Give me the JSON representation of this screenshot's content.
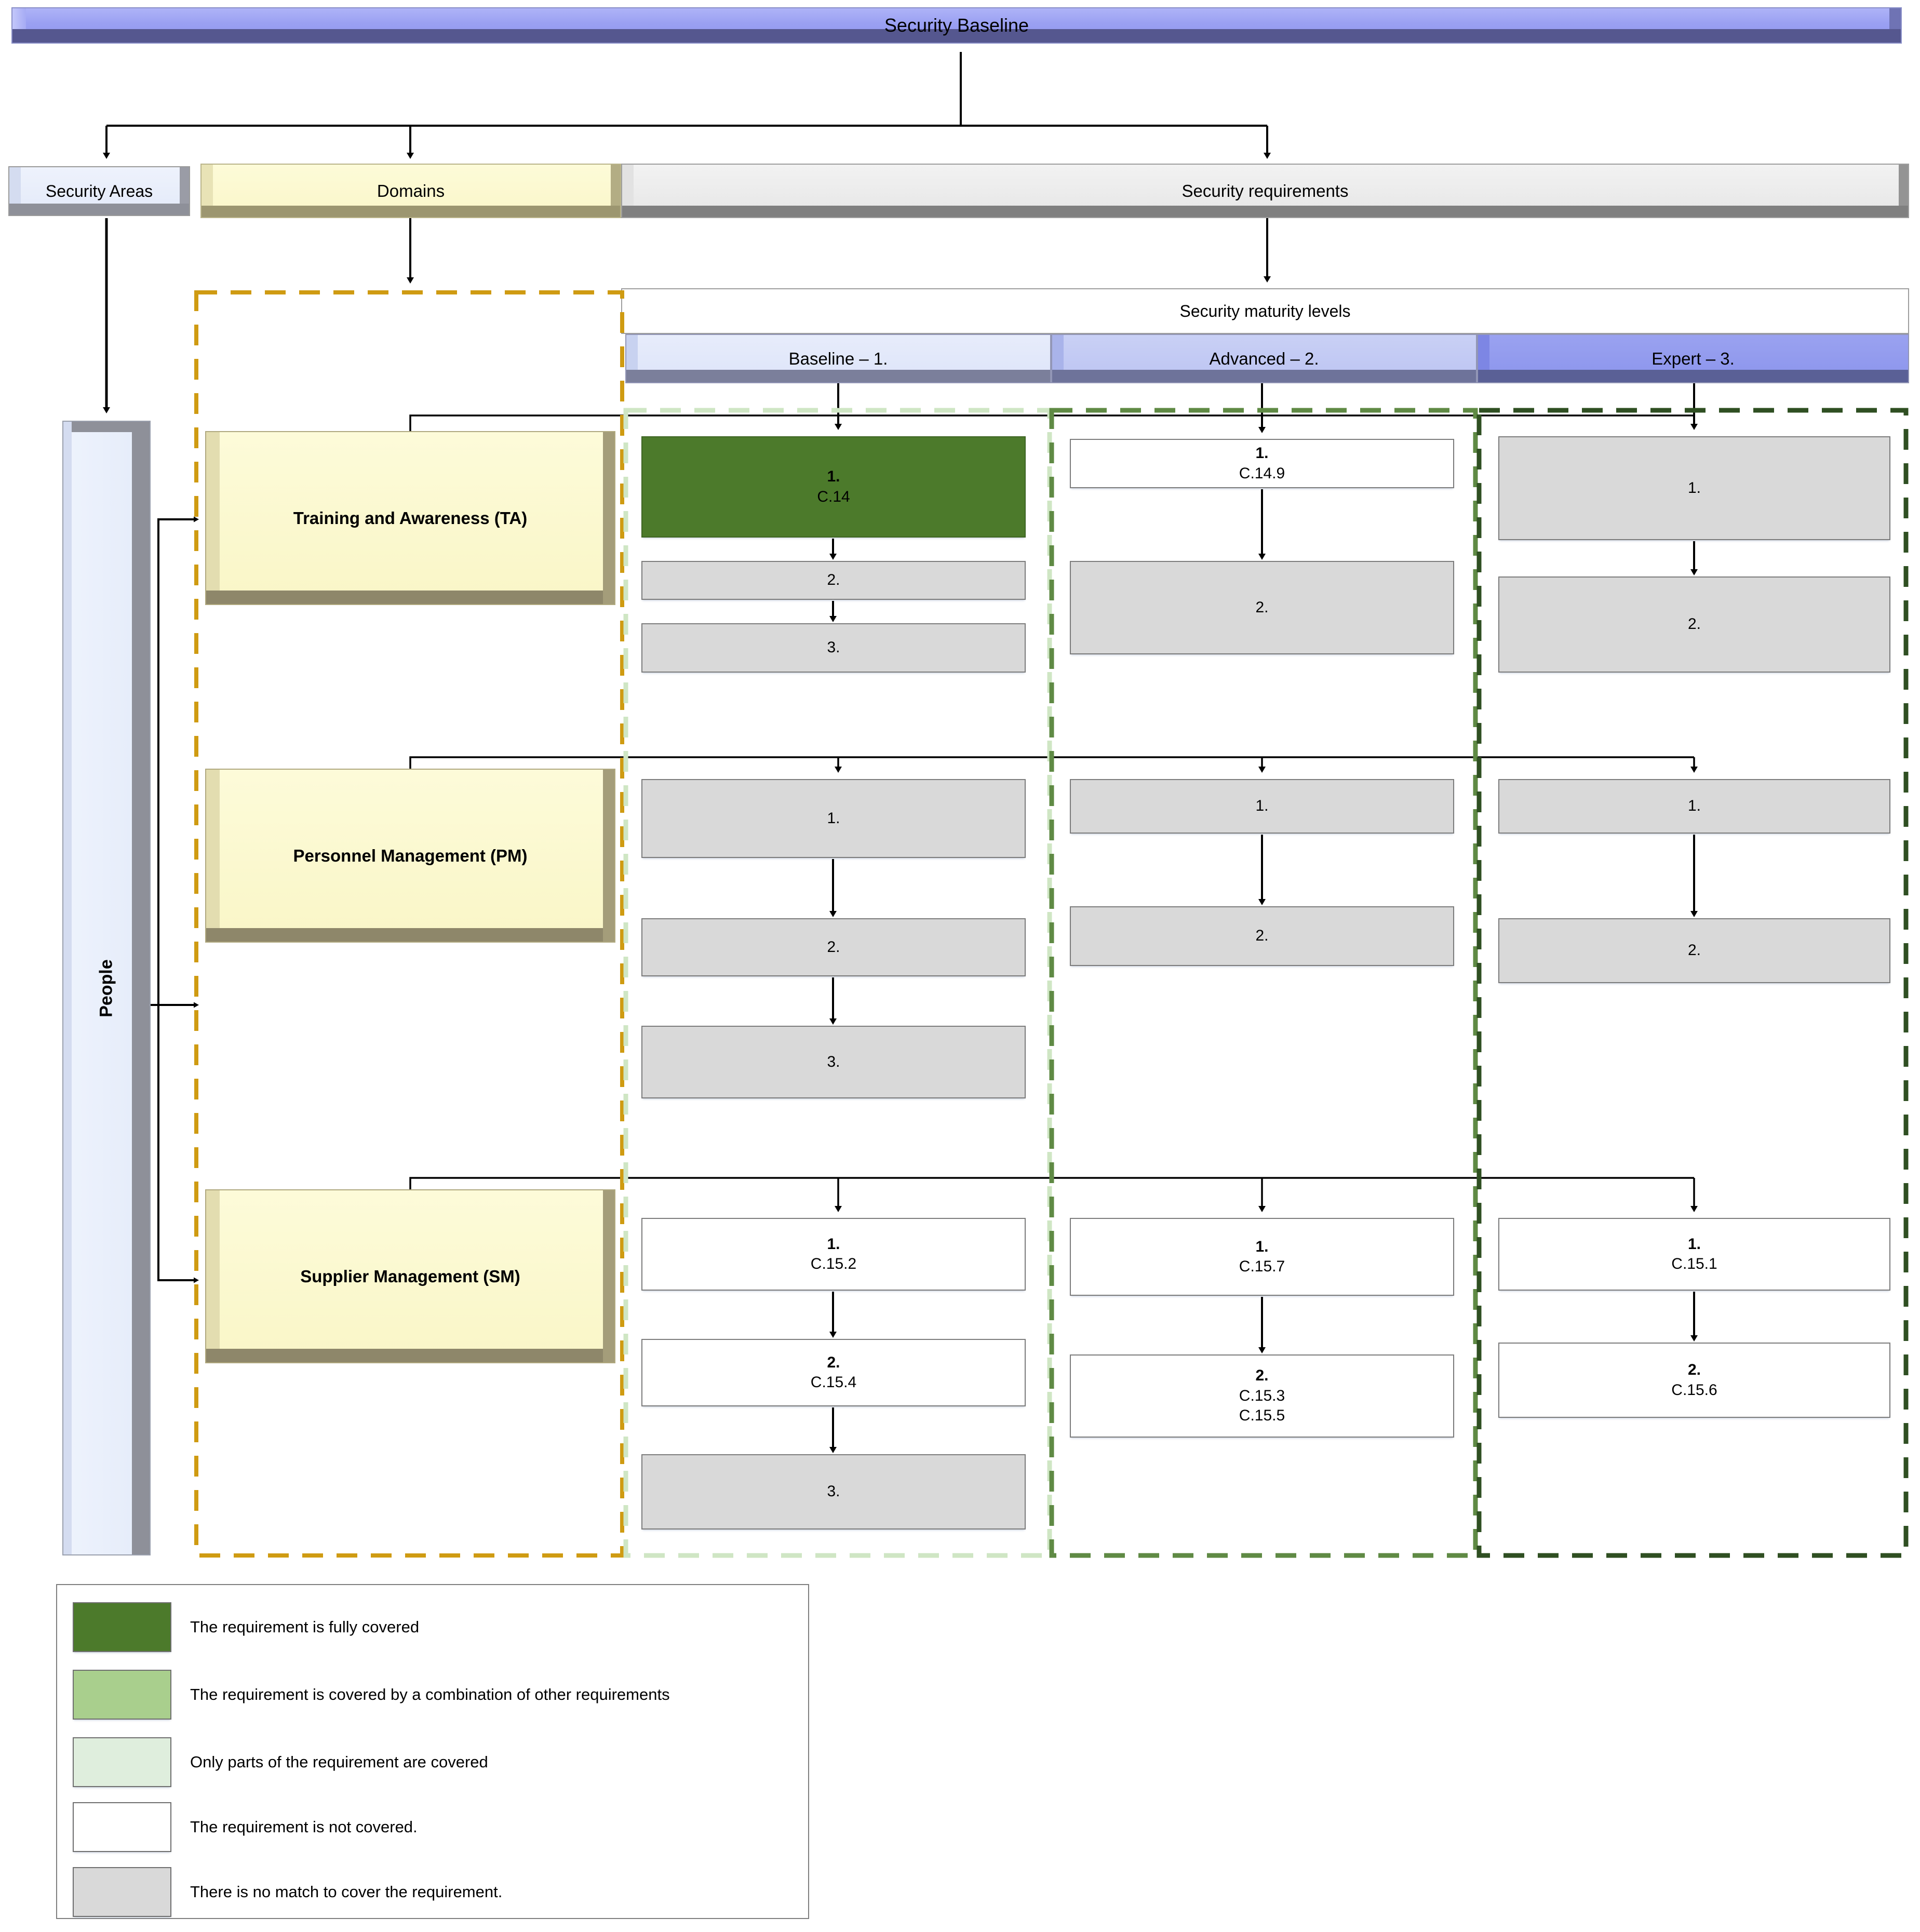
{
  "title": "Security Baseline",
  "top_bars": {
    "security_areas": "Security Areas",
    "domains": "Domains",
    "security_requirements": "Security requirements"
  },
  "security_area": {
    "name": "People"
  },
  "maturity": {
    "band_label": "Security maturity levels",
    "levels": [
      {
        "label": "Baseline – 1."
      },
      {
        "label": "Advanced – 2."
      },
      {
        "label": "Expert – 3."
      }
    ]
  },
  "domains": [
    {
      "label": "Training and Awareness (TA)"
    },
    {
      "label": "Personnel Management (PM)"
    },
    {
      "label": "Supplier Management (SM)"
    }
  ],
  "matrix": [
    {
      "domain": "Training and Awareness (TA)",
      "columns": [
        {
          "level": "Baseline – 1.",
          "cells": [
            {
              "number": "1.",
              "refs": "C.14",
              "status": "fully-covered"
            },
            {
              "number": "2.",
              "refs": "",
              "status": "no-match"
            },
            {
              "number": "3.",
              "refs": "",
              "status": "no-match"
            }
          ]
        },
        {
          "level": "Advanced – 2.",
          "cells": [
            {
              "number": "1.",
              "refs": "C.14.9",
              "status": "not-covered"
            },
            {
              "number": "2.",
              "refs": "",
              "status": "no-match"
            }
          ]
        },
        {
          "level": "Expert – 3.",
          "cells": [
            {
              "number": "1.",
              "refs": "",
              "status": "no-match"
            },
            {
              "number": "2.",
              "refs": "",
              "status": "no-match"
            }
          ]
        }
      ]
    },
    {
      "domain": "Personnel Management (PM)",
      "columns": [
        {
          "level": "Baseline – 1.",
          "cells": [
            {
              "number": "1.",
              "refs": "",
              "status": "no-match"
            },
            {
              "number": "2.",
              "refs": "",
              "status": "no-match"
            },
            {
              "number": "3.",
              "refs": "",
              "status": "no-match"
            }
          ]
        },
        {
          "level": "Advanced – 2.",
          "cells": [
            {
              "number": "1.",
              "refs": "",
              "status": "no-match"
            },
            {
              "number": "2.",
              "refs": "",
              "status": "no-match"
            }
          ]
        },
        {
          "level": "Expert – 3.",
          "cells": [
            {
              "number": "1.",
              "refs": "",
              "status": "no-match"
            },
            {
              "number": "2.",
              "refs": "",
              "status": "no-match"
            }
          ]
        }
      ]
    },
    {
      "domain": "Supplier Management (SM)",
      "columns": [
        {
          "level": "Baseline – 1.",
          "cells": [
            {
              "number": "1.",
              "refs": "C.15.2",
              "status": "not-covered"
            },
            {
              "number": "2.",
              "refs": "C.15.4",
              "status": "not-covered"
            },
            {
              "number": "3.",
              "refs": "",
              "status": "no-match"
            }
          ]
        },
        {
          "level": "Advanced – 2.",
          "cells": [
            {
              "number": "1.",
              "refs": "C.15.7",
              "status": "not-covered"
            },
            {
              "number": "2.",
              "refs": "C.15.3\nC.15.5",
              "status": "not-covered"
            }
          ]
        },
        {
          "level": "Expert – 3.",
          "cells": [
            {
              "number": "1.",
              "refs": "C.15.1",
              "status": "not-covered"
            },
            {
              "number": "2.",
              "refs": "C.15.6",
              "status": "not-covered"
            }
          ]
        }
      ]
    }
  ],
  "cell_text": {
    "ta_b1_n": "1.",
    "ta_b1_c": "C.14",
    "ta_b2_n": "2.",
    "ta_b3_n": "3.",
    "ta_a1_n": "1.",
    "ta_a1_c": "C.14.9",
    "ta_a2_n": "2.",
    "ta_e1_n": "1.",
    "ta_e2_n": "2.",
    "pm_b1_n": "1.",
    "pm_b2_n": "2.",
    "pm_b3_n": "3.",
    "pm_a1_n": "1.",
    "pm_a2_n": "2.",
    "pm_e1_n": "1.",
    "pm_e2_n": "2.",
    "sm_b1_n": "1.",
    "sm_b1_c": "C.15.2",
    "sm_b2_n": "2.",
    "sm_b2_c": "C.15.4",
    "sm_b3_n": "3.",
    "sm_a1_n": "1.",
    "sm_a1_c": "C.15.7",
    "sm_a2_n": "2.",
    "sm_a2_c1": "C.15.3",
    "sm_a2_c2": "C.15.5",
    "sm_e1_n": "1.",
    "sm_e1_c": "C.15.1",
    "sm_e2_n": "2.",
    "sm_e2_c": "C.15.6"
  },
  "legend": {
    "items": [
      {
        "color": "#4c7a2b",
        "label": "The requirement is fully covered"
      },
      {
        "color": "#a9cf8d",
        "label": "The requirement is covered by a combination of other requirements"
      },
      {
        "color": "#dfeedd",
        "label": "Only parts of the requirement are covered"
      },
      {
        "color": "#ffffff",
        "label": "The requirement is not covered."
      },
      {
        "color": "#d9d9d9",
        "label": "There is no match to cover the requirement."
      }
    ]
  },
  "colors": {
    "banner": "#9aa0f2",
    "domain_fill": "#faf6c9",
    "domains_group_outline": "#cf9b12",
    "baseline_group_outline": "#cfe6c4",
    "advanced_group_outline": "#5f8a44",
    "expert_group_outline": "#2f4f22",
    "fully_covered": "#4c7a2b",
    "no_match": "#d9d9d9",
    "not_covered": "#ffffff"
  }
}
